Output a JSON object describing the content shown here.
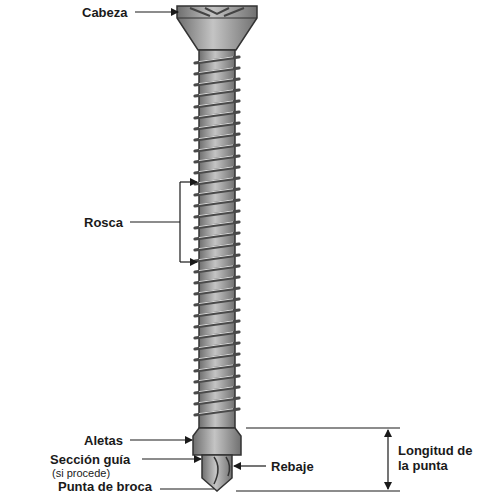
{
  "diagram": {
    "labels": [
      "Cabeza",
      "Rosca",
      "Aletas",
      "Sección guía",
      "(si procede)",
      "Rebaje",
      "Longitud de la punta",
      "Punta de broca"
    ]
  }
}
